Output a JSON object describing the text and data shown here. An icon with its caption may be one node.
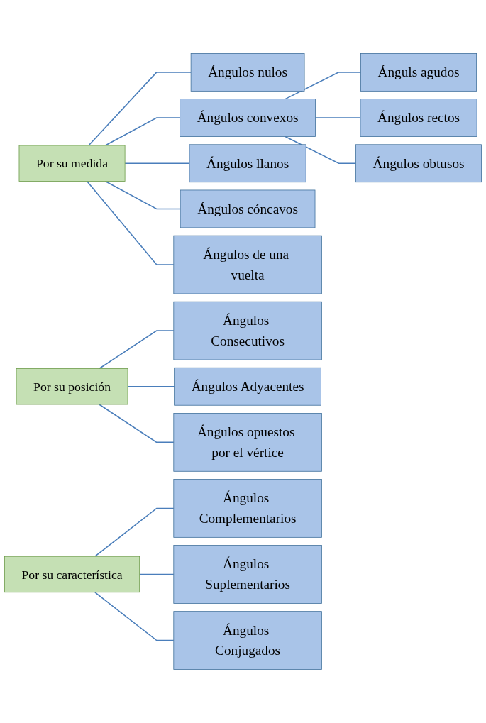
{
  "diagram": {
    "nodes": [
      {
        "text": [
          "Por su medida"
        ]
      },
      {
        "text": [
          "Ángulos nulos"
        ]
      },
      {
        "text": [
          "Ángulos convexos"
        ]
      },
      {
        "text": [
          "Ángulos llanos"
        ]
      },
      {
        "text": [
          "Ángulos cóncavos"
        ]
      },
      {
        "text": [
          "Ángulos de una vuelta"
        ]
      },
      {
        "text": [
          "Ánguls agudos"
        ]
      },
      {
        "text": [
          "Ángulos rectos"
        ]
      },
      {
        "text": [
          "Ángulos obtusos"
        ]
      },
      {
        "text": [
          "Por su posición"
        ]
      },
      {
        "text": [
          "Ángulos Consecutivos"
        ]
      },
      {
        "text": [
          "Ángulos Adyacentes"
        ]
      },
      {
        "text": [
          "Ángulos opuestos por el vértice"
        ]
      },
      {
        "text": [
          "Por su característica"
        ]
      },
      {
        "text": [
          "Ángulos Complementarios"
        ]
      },
      {
        "text": [
          "Ángulos Suplementarios"
        ]
      },
      {
        "text": [
          "Ángulos Conjugados"
        ]
      }
    ],
    "edges": [
      {
        "from": 0,
        "to": 1,
        "arrow": "none"
      },
      {
        "from": 0,
        "to": 2,
        "arrow": "none"
      },
      {
        "from": 0,
        "to": 3,
        "arrow": "none"
      },
      {
        "from": 0,
        "to": 4,
        "arrow": "none"
      },
      {
        "from": 0,
        "to": 5,
        "arrow": "none"
      },
      {
        "from": 2,
        "to": 6,
        "arrow": "none"
      },
      {
        "from": 2,
        "to": 7,
        "arrow": "none"
      },
      {
        "from": 2,
        "to": 8,
        "arrow": "none"
      },
      {
        "from": 9,
        "to": 10,
        "arrow": "none"
      },
      {
        "from": 9,
        "to": 11,
        "arrow": "none"
      },
      {
        "from": 9,
        "to": 12,
        "arrow": "none"
      },
      {
        "from": 13,
        "to": 14,
        "arrow": "none"
      },
      {
        "from": 13,
        "to": 15,
        "arrow": "none"
      },
      {
        "from": 13,
        "to": 16,
        "arrow": "none"
      }
    ]
  }
}
